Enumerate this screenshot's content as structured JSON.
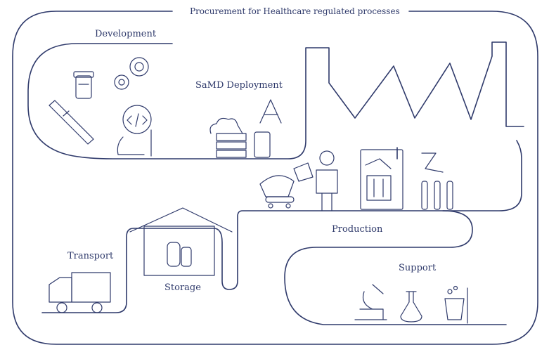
{
  "title": "Procurement for Healthcare regulated processes",
  "stages": {
    "development": "Development",
    "samd_deployment": "SaMD Deployment",
    "production": "Production",
    "transport": "Transport",
    "support": "Support",
    "storage": "Storage"
  },
  "colors": {
    "line": "#2f3a6b",
    "background": "#ffffff"
  },
  "icons": [
    "pill-bottle-icon",
    "gears-icon",
    "syringe-pen-icon",
    "developer-icon",
    "cloud-server-icon",
    "app-store-icon",
    "smartphone-icon",
    "conveyor-icon",
    "worker-icon",
    "lab-machine-icon",
    "robot-arm-tubes-icon",
    "warehouse-icon",
    "truck-icon",
    "microscope-icon",
    "flask-icon",
    "cleaning-bucket-icon",
    "factory-roof-icon"
  ]
}
